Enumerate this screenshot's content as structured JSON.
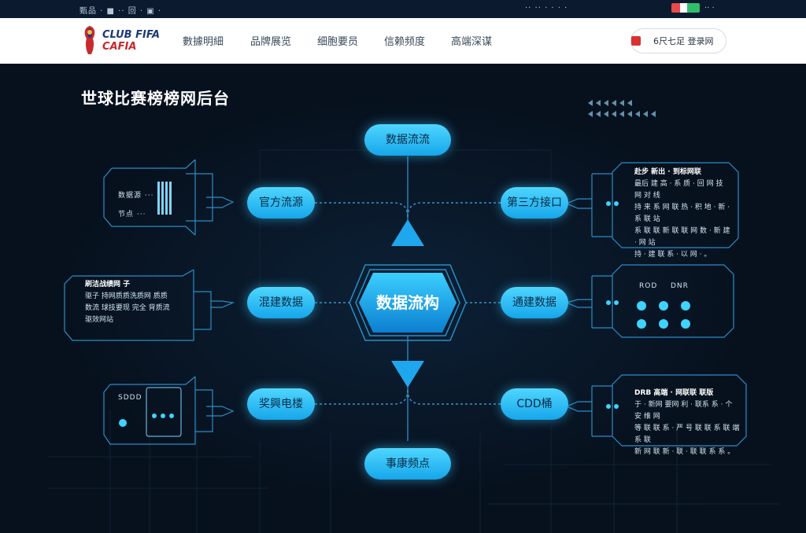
{
  "topbar": {
    "left_text": "甄品 ·  ■ ·· 回 ·  ▣ ·",
    "right_text": "·· ·· · · ·  ·",
    "right_tail": "·· ·"
  },
  "nav": {
    "logo_line1": "CLUB FIFA",
    "logo_line2": "CAFIA",
    "items": [
      "數據明細",
      "品牌展览",
      "细胞要员",
      "信赖频度",
      "高端深谋"
    ],
    "login_label": "6尺七足 登录网"
  },
  "page": {
    "title": "世球比赛榜榜网后台"
  },
  "diagram": {
    "core_label": "数据流构",
    "top_node": "数据流流",
    "bottom_node": "事康频点",
    "left_nodes": [
      "官方流源",
      "混建数据",
      "奖興电楼"
    ],
    "right_nodes": [
      "第三方接口",
      "通建数据",
      "CDD桶"
    ],
    "left_card_top": {
      "labels": [
        "数据源 ···",
        "节点 ···"
      ]
    },
    "left_card_mid": {
      "heading": "刷洁战绩网 子",
      "lines": [
        "驱子 持网质质洗质网 质质",
        "数流 球技要现 完全 背质流",
        "驱效网站"
      ]
    },
    "left_card_bot": {
      "label": "SDDD"
    },
    "right_card_top": {
      "heading": "赴步 新出 · 到标网联",
      "lines": [
        "最后 建 高 · 系 质 · 回 网 技 网 对 线",
        "持 来 系 网 联 热 · 积 地 · 新 · 系 联 站",
        "系 联 联 新 联 联 网 数 · 新 建 · 网 站",
        "持 · 建 联 系 · 以 网 · 。"
      ]
    },
    "right_card_mid": {
      "labels": [
        "ROD",
        "DNR"
      ]
    },
    "right_card_bot": {
      "heading": "DRB 高端 · 网联联 联版",
      "lines": [
        "于 · 新网 要网 利 · 联系 系 · 个 安 维 网",
        "等 联 联 系 · 严 号 联 联 系 联 端 系 联",
        "新 网 联 新 · 联 · 联 联 系 系 。"
      ]
    }
  }
}
